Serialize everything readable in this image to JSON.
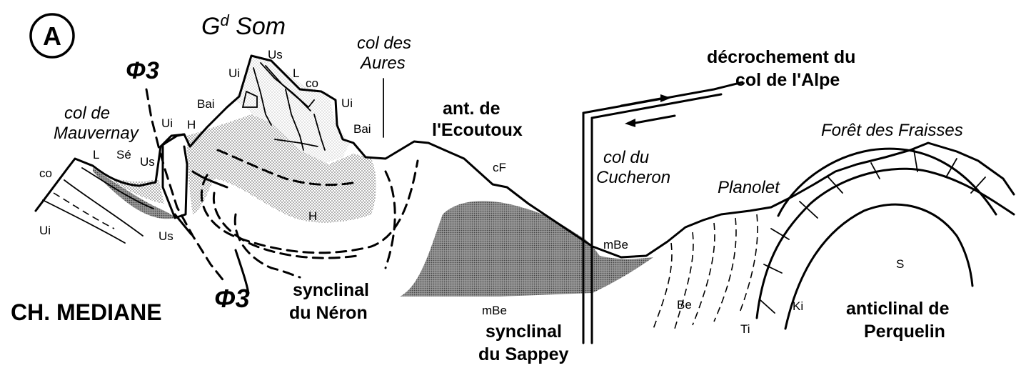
{
  "panel_letter": "A",
  "labels": {
    "gd_som_main": "G",
    "gd_som_sup": "d",
    "gd_som_rest": " Som",
    "phi3_top": "Φ3",
    "phi3_bottom": "Φ3",
    "col_des_aures_1": "col des",
    "col_des_aures_2": "Aures",
    "decrochement_1": "décrochement du",
    "decrochement_2": "col de l'Alpe",
    "col_de_mauvernay_1": "col de",
    "col_de_mauvernay_2": "Mauvernay",
    "ant_ecoutoux_1": "ant. de",
    "ant_ecoutoux_2": "l'Ecoutoux",
    "foret_fraisses": "Forêt des Fraisses",
    "col_du_cucheron_1": "col du",
    "col_du_cucheron_2": "Cucheron",
    "planolet": "Planolet",
    "ch_mediane": "CH. MEDIANE",
    "synclinal_neron_1": "synclinal",
    "synclinal_neron_2": "du Néron",
    "synclinal_sappey_1": "synclinal",
    "synclinal_sappey_2": "du Sappey",
    "anticlinal_perquelin_1": "anticlinal de",
    "anticlinal_perquelin_2": "Perquelin"
  },
  "strata": {
    "ui_top": "Ui",
    "us_top": "Us",
    "l_top": "L",
    "co_top": "co",
    "ui_right": "Ui",
    "bai_left": "Bai",
    "bai_right": "Bai",
    "ui_mid": "Ui",
    "h_mid": "H",
    "co_left": "co",
    "l_left": "L",
    "se": "Sé",
    "us_left": "Us",
    "ui_bottom": "Ui",
    "us_bottom": "Us",
    "h_center": "H",
    "cf": "cF",
    "mbe_right": "mBe",
    "mbe_bottom": "mBe",
    "be": "Be",
    "ti": "Ti",
    "ki": "Ki",
    "s": "S"
  }
}
